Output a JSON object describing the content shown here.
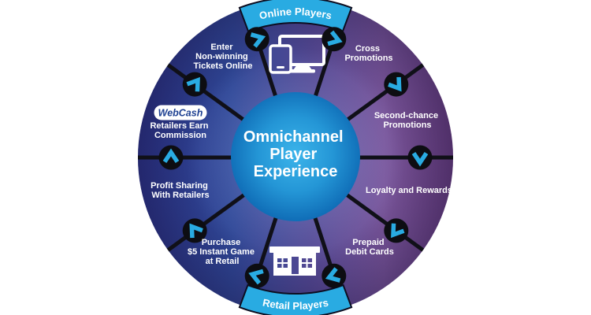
{
  "diagram_title": "Omnichannel Player Experience",
  "center": {
    "lines": [
      "Omnichannel",
      "Player",
      "Experience"
    ]
  },
  "bands": {
    "top_label": "Online Players",
    "bottom_label": "Retail Players"
  },
  "segments": [
    {
      "id": "enter-nonwinning-tickets",
      "lines": [
        "Enter",
        "Non-winning",
        "Tickets Online"
      ]
    },
    {
      "id": "cross-promotions",
      "lines": [
        "Cross",
        "Promotions"
      ]
    },
    {
      "id": "second-chance-promotions",
      "lines": [
        "Second-chance",
        "Promotions"
      ]
    },
    {
      "id": "loyalty-and-rewards",
      "lines": [
        "Loyalty and Rewards"
      ]
    },
    {
      "id": "prepaid-debit-cards",
      "lines": [
        "Prepaid",
        "Debit Cards"
      ]
    },
    {
      "id": "purchase-instant-game",
      "lines": [
        "Purchase",
        "$5 Instant Game",
        "at Retail"
      ]
    },
    {
      "id": "profit-sharing",
      "lines": [
        "Profit Sharing",
        "With Retailers"
      ]
    },
    {
      "id": "retailers-earn-commission",
      "logo": "WebCash",
      "lines": [
        "Retailers Earn",
        "Commission"
      ]
    }
  ],
  "icons": {
    "online_segment": "devices-icon",
    "retail_segment": "store-icon",
    "flow_marker": "chevron-icon"
  },
  "colors": {
    "accent": "#29ABE2",
    "navy_left": "#2B3589",
    "purple_right": "#7A569B",
    "center_blue_light": "#3CB4EA",
    "center_blue_dark": "#0F6CB6",
    "node_black": "#0D0D12",
    "text_white": "#FFFFFF",
    "webcash_navy": "#1C3F91"
  }
}
